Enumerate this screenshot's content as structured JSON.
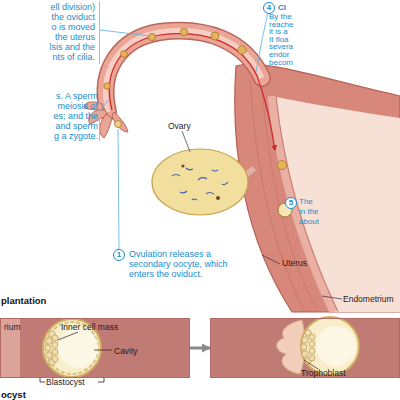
{
  "diagram": {
    "nodes": [
      {
        "text": [
          "ell division) the oviduct o is moved the uterus lsis and the nts of cilia."
        ]
      },
      {
        "text": [
          "s. A sperm meiosis of es; and the and sperm g a zygote."
        ]
      },
      {
        "text": [
          "1",
          "Ovulation releases a secondary oocyte, which enters the oviduct."
        ]
      },
      {
        "text": [
          "4",
          "Cl",
          "By the reache it is a It floa severa endor becom"
        ]
      },
      {
        "text": [
          "5",
          "The in the about"
        ]
      },
      {
        "text": [
          "rium",
          "Inner cell mass",
          "Cavity"
        ]
      },
      {
        "text": [
          "Trophoblast"
        ]
      }
    ],
    "edges": [
      {
        "from": 5,
        "to": 6,
        "arrow": "to"
      }
    ],
    "labels": [
      "Ovary",
      "Uterus",
      "Endometrium",
      "plantation",
      "Blastocyst",
      "ocyst"
    ]
  }
}
